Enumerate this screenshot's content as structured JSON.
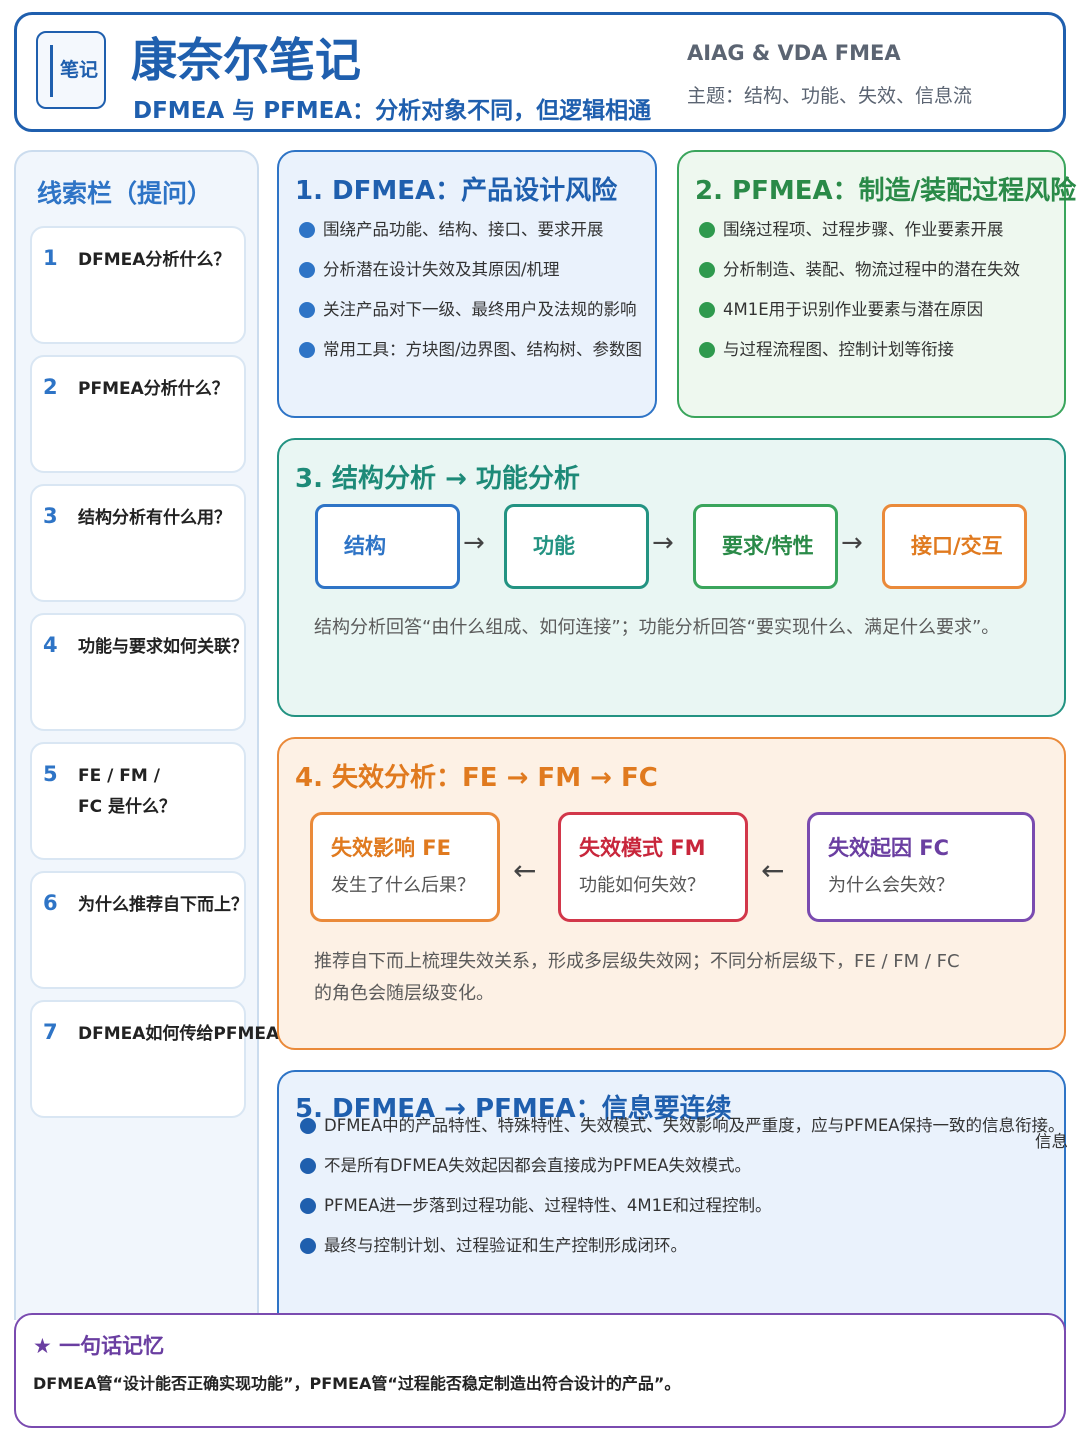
{
  "header": {
    "logo_text": "笔记",
    "title": "康奈尔笔记",
    "subtitle": "DFMEA 与 PFMEA：分析对象不同，但逻辑相通",
    "standard": "AIAG & VDA FMEA",
    "topic": "主题：结构、功能、失效、信息流"
  },
  "sidebar": {
    "title": "线索栏（提问）",
    "items": [
      {
        "num": "1",
        "question": "DFMEA分析什么？"
      },
      {
        "num": "2",
        "question": "PFMEA分析什么？"
      },
      {
        "num": "3",
        "question": "结构分析有什么用？"
      },
      {
        "num": "4",
        "question": "功能与要求如何关联？"
      },
      {
        "num": "5",
        "question": "FE / FM /\nFC 是什么？"
      },
      {
        "num": "6",
        "question": "为什么推荐自下而上？"
      },
      {
        "num": "7",
        "question": "DFMEA如何传给PFMEA"
      }
    ]
  },
  "panels": {
    "dfmea": {
      "title": "1. DFMEA：产品设计风险",
      "bullets": [
        "围绕产品功能、结构、接口、要求开展",
        "分析潜在设计失效及其原因/机理",
        "关注产品对下一级、最终用户及法规的影响",
        "常用工具：方块图/边界图、结构树、参数图"
      ]
    },
    "pfmea": {
      "title": "2. PFMEA：制造/装配过程风险",
      "bullets": [
        "围绕过程项、过程步骤、作业要素开展",
        "分析制造、装配、物流过程中的潜在失效",
        "4M1E用于识别作业要素与潜在原因",
        "与过程流程图、控制计划等衔接"
      ]
    },
    "structure": {
      "title": "3. 结构分析 → 功能分析",
      "flow": [
        "结构",
        "功能",
        "要求/特性",
        "接口/交互"
      ],
      "arrow": "→",
      "note": "结构分析回答“由什么组成、如何连接”；功能分析回答“要实现什么、满足什么要求”。"
    },
    "failure": {
      "title": "4. 失效分析：FE → FM → FC",
      "boxes": [
        {
          "name": "失效影响 FE",
          "question": "发生了什么后果？"
        },
        {
          "name": "失效模式 FM",
          "question": "功能如何失效？"
        },
        {
          "name": "失效起因 FC",
          "question": "为什么会失效？"
        }
      ],
      "arrow": "←",
      "note_line1": "推荐自下而上梳理失效关系，形成多层级失效网；不同分析层级下，FE / FM / FC",
      "note_line2": "的角色会随层级变化。"
    },
    "linkage": {
      "title": "5. DFMEA → PFMEA：信息要连续",
      "bullets": [
        "DFMEA中的产品特性、特殊特性、失效模式、失效影响及严重度，应与PFMEA保持一致的信息衔接。",
        "不是所有DFMEA失效起因都会直接成为PFMEA失效模式。",
        "PFMEA进一步落到过程功能、过程特性、4M1E和过程控制。",
        "最终与控制计划、过程验证和生产控制形成闭环。"
      ],
      "overflow": "信息"
    }
  },
  "footer": {
    "title": "★ 一句话记忆",
    "text": "DFMEA管“设计能否正确实现功能”，PFMEA管“过程能否稳定制造出符合设计的产品”。"
  },
  "colors": {
    "primary_blue": "#1f5fae",
    "green": "#3aa55c",
    "teal": "#239382",
    "orange": "#ea8a3a",
    "red": "#d2374a",
    "purple": "#7a4bb0"
  }
}
